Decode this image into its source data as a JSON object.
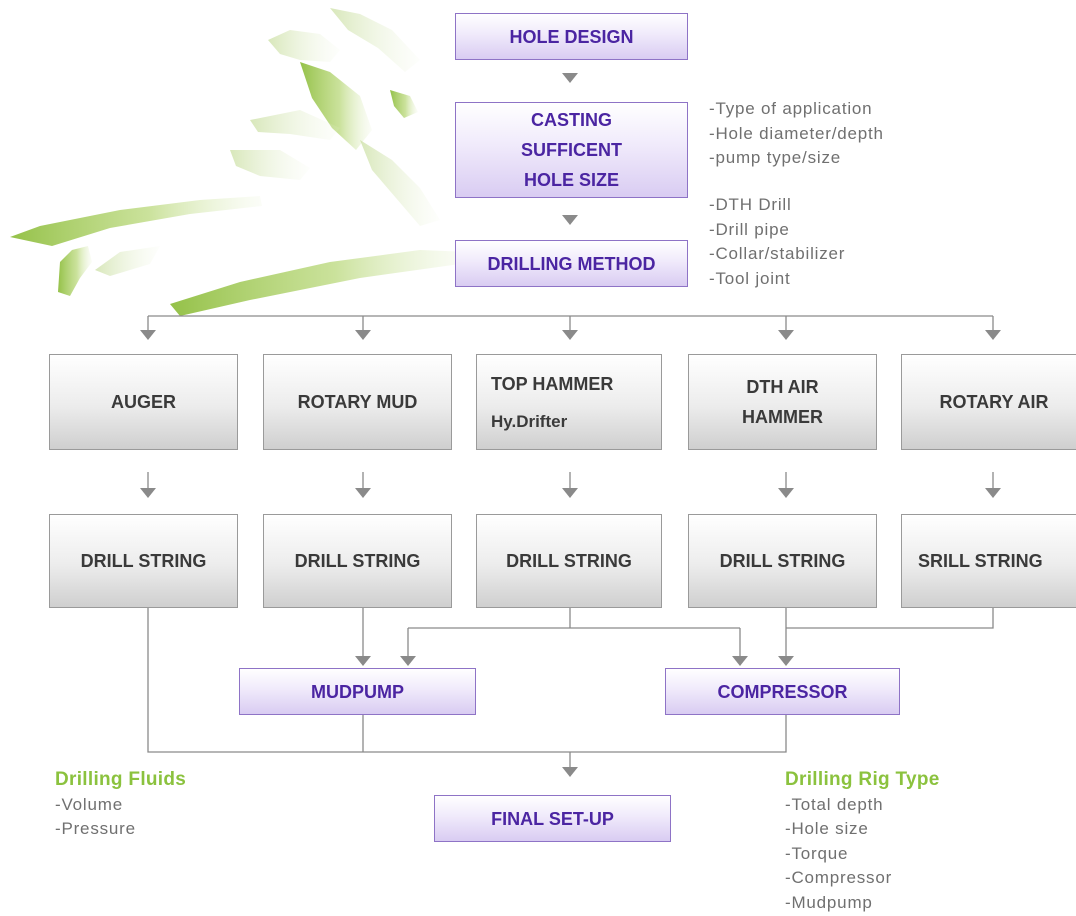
{
  "top_flow": {
    "hole_design": "HOLE DESIGN",
    "casting": [
      "CASTING",
      "SUFFICENT",
      "HOLE SIZE"
    ],
    "drilling_method": "DRILLING METHOD"
  },
  "notes": {
    "application": [
      "-Type of application",
      "-Hole diameter/depth",
      "-pump type/size"
    ],
    "drill_parts": [
      "-DTH Drill",
      "-Drill pipe",
      "-Collar/stabilizer",
      "-Tool joint"
    ]
  },
  "methods": {
    "auger": "AUGER",
    "rotary_mud": "ROTARY MUD",
    "top_hammer": [
      "TOP HAMMER",
      "Hy.Drifter"
    ],
    "dth_air_hammer": [
      "DTH AIR",
      "HAMMER"
    ],
    "rotary_air": "ROTARY AIR"
  },
  "strings": [
    "DRILL STRING",
    "DRILL STRING",
    "DRILL STRING",
    "DRILL STRING",
    "SRILL STRING"
  ],
  "equipment": {
    "mudpump": "MUDPUMP",
    "compressor": "COMPRESSOR"
  },
  "final": "FINAL SET-UP",
  "drilling_fluids": {
    "title": "Drilling Fluids",
    "items": [
      "-Volume",
      "-Pressure"
    ]
  },
  "rig_type": {
    "title": "Drilling Rig Type",
    "items": [
      "-Total depth",
      "-Hole size",
      "-Torque",
      "-Compressor",
      "-Mudpump"
    ]
  },
  "colors": {
    "purple_text": "#4b25a2",
    "purple_border": "#8e73c6",
    "gray_text": "#3a3a3a",
    "note_text": "#707070",
    "green_title": "#8bc23e",
    "connector": "#8a8a8a"
  }
}
